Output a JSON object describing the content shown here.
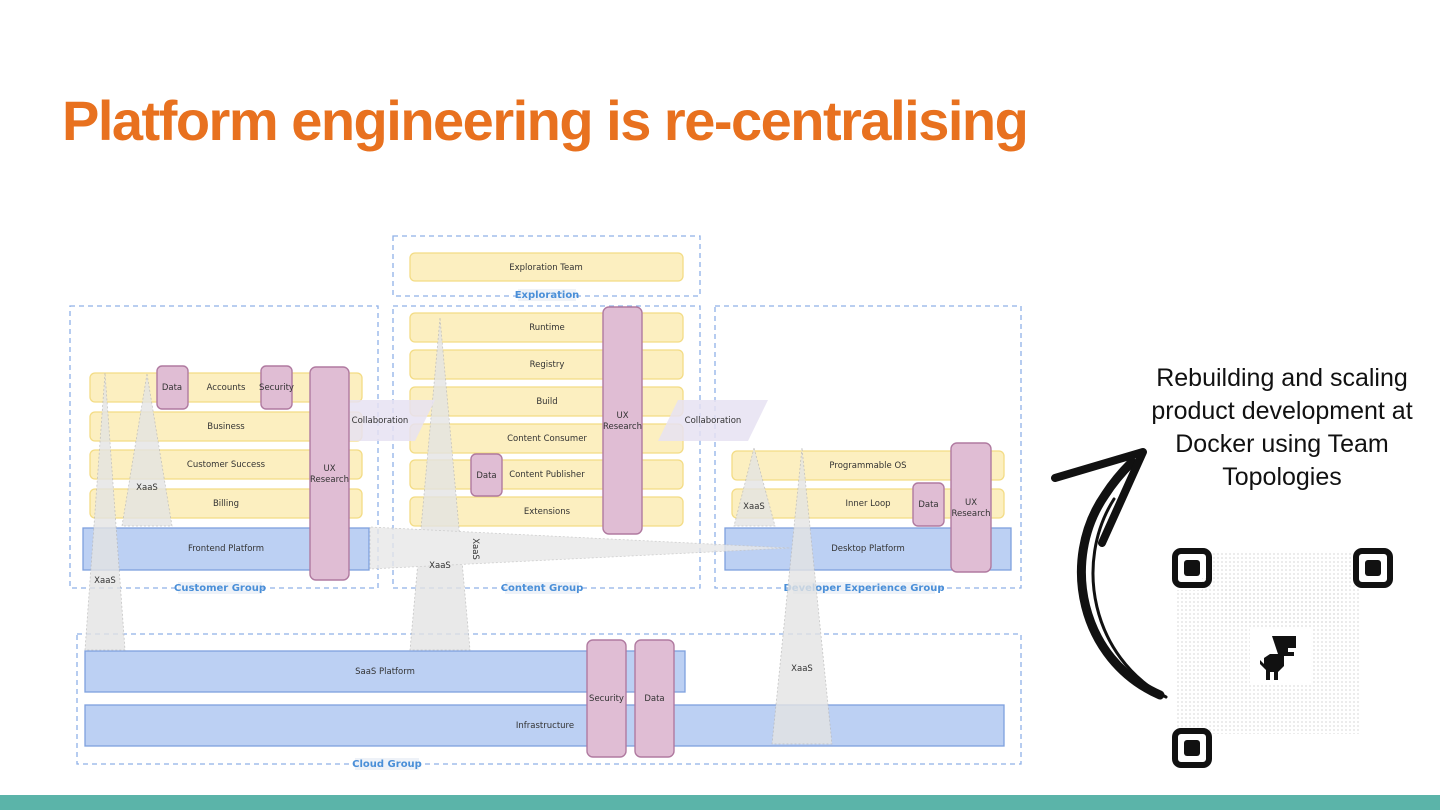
{
  "slide": {
    "title": "Platform engineering is re-centralising",
    "side_text": "Rebuilding and scaling product development at Docker using Team Topologies"
  },
  "diagram": {
    "groups": {
      "exploration": "Exploration",
      "customer": "Customer Group",
      "content": "Content Group",
      "devex": "Developer Experience Group",
      "cloud": "Cloud Group"
    },
    "exploration_team": "Exploration Team",
    "customer_teams": [
      "Accounts",
      "Business",
      "Customer Success",
      "Billing"
    ],
    "customer_platform": "Frontend Platform",
    "content_teams": [
      "Runtime",
      "Registry",
      "Build",
      "Content Consumer",
      "Content Publisher",
      "Extensions"
    ],
    "devex_teams": [
      "Programmable OS",
      "Inner Loop"
    ],
    "devex_platform": "Desktop Platform",
    "cloud_platforms": [
      "SaaS Platform",
      "Infrastructure"
    ],
    "enabling": {
      "data": "Data",
      "security": "Security",
      "ux_research_line1": "UX",
      "ux_research_line2": "Research"
    },
    "collaboration": "Collaboration",
    "xaas": "XaaS"
  },
  "colors": {
    "title": "#e8711f",
    "stream_fill": "#fcefc0",
    "stream_stroke": "#f3dc85",
    "platform_fill": "#bcd0f3",
    "platform_stroke": "#7ea0de",
    "enabling_fill": "#e0bdd4",
    "enabling_stroke": "#b07aa0",
    "group_border": "#8fb1e8",
    "group_label": "#4a8fd8",
    "footer": "#5bb4a9"
  }
}
